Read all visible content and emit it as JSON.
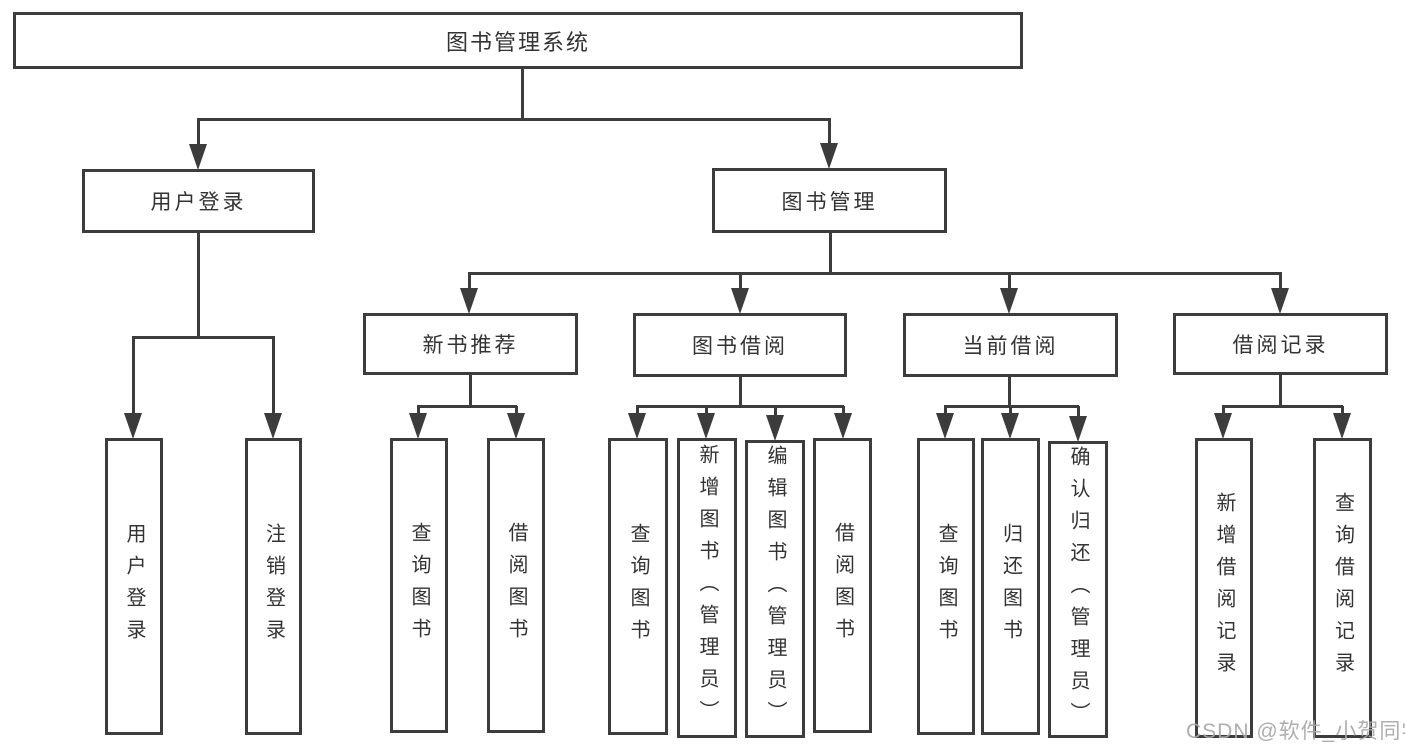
{
  "diagram": {
    "title": "图书管理系统",
    "level2": {
      "user_login": "用户登录",
      "book_mgmt": "图书管理"
    },
    "level3": {
      "new_book_rec": "新书推荐",
      "book_borrow": "图书借阅",
      "current_borrow": "当前借阅",
      "borrow_record": "借阅记录"
    },
    "leaves": {
      "ul_user_login": "用户登录",
      "ul_logout": "注销登录",
      "nr_query_book": "查询图书",
      "nr_borrow_book": "借阅图书",
      "bb_query_book": "查询图书",
      "bb_add_book": "新增图书（管理员）",
      "bb_edit_book": "编辑图书（管理员）",
      "bb_borrow_book": "借阅图书",
      "cb_query_book": "查询图书",
      "cb_return_book": "归还图书",
      "cb_confirm_return": "确认归还（管理员）",
      "br_add_record": "新增借阅记录",
      "br_query_record": "查询借阅记录"
    },
    "watermark": "CSDN @软件_小贺同学",
    "colors": {
      "line": "#3c3c3c",
      "text": "#333333",
      "watermark": "#a8a8a8",
      "background": "#ffffff"
    }
  }
}
